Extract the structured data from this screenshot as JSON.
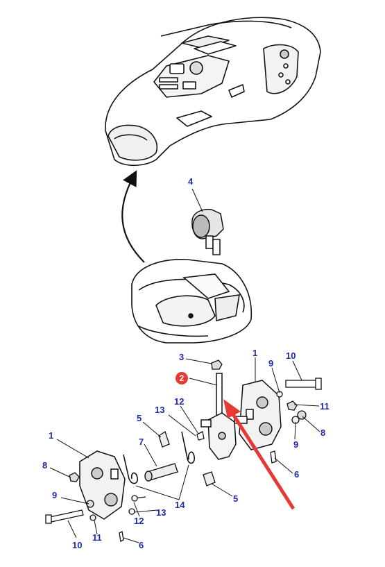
{
  "callouts": {
    "p4": "4",
    "p3": "3",
    "p1_right": "1",
    "p9_top": "9",
    "p10_right": "10",
    "p11_right": "11",
    "p8_right": "8",
    "p9_right": "9",
    "p6_right": "6",
    "p12_center": "12",
    "p5_top": "5",
    "p13_top": "13",
    "p7": "7",
    "p14": "14",
    "p5_bottom": "5",
    "p1_left": "1",
    "p8_left": "8",
    "p9_left": "9",
    "p12_bottom": "12",
    "p13_bottom": "13",
    "p10_left": "10",
    "p11_left": "11",
    "p6_left": "6"
  },
  "highlight": {
    "badge": "2",
    "color": "#e53935"
  },
  "colors": {
    "callout_text": "#1f2aa8",
    "line": "#111111",
    "highlight_arrow": "#e53935"
  }
}
